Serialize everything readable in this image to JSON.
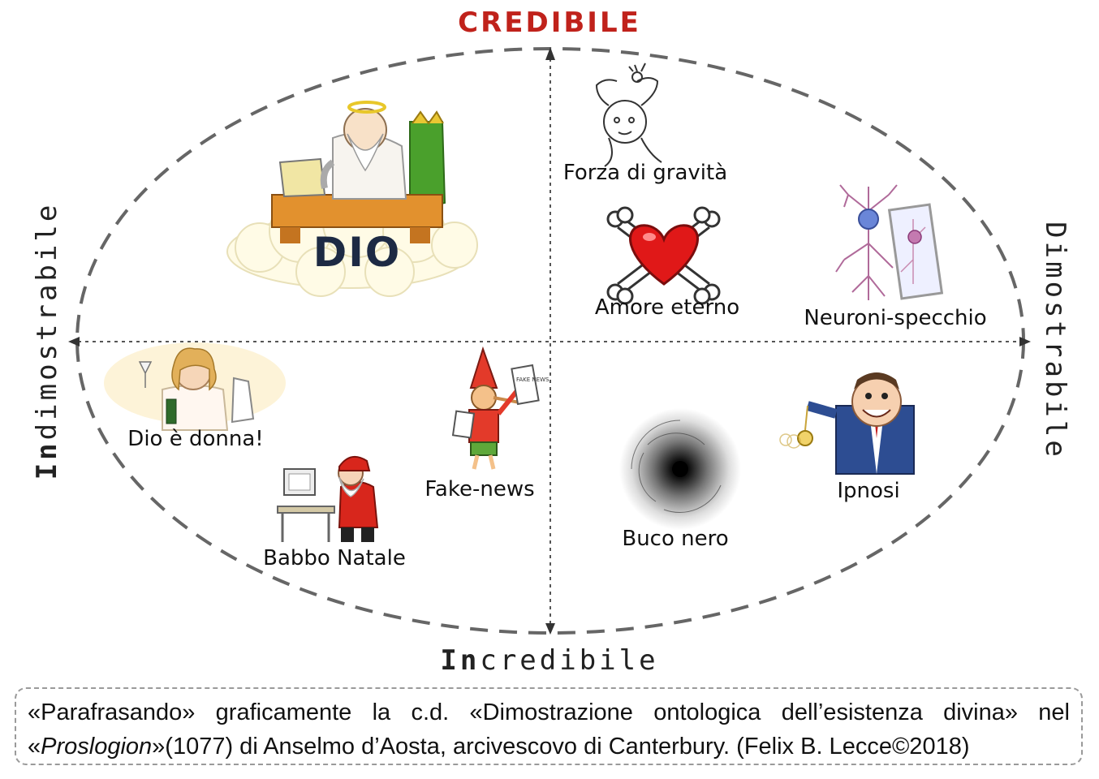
{
  "axes": {
    "top": "CREDIBILE",
    "bottom_bold": "In",
    "bottom_rest": "credibile",
    "left_bold": "In",
    "left_rest": "dimostrabile",
    "right": "Dimostrabile"
  },
  "items": {
    "dio": "DIO",
    "forza": "Forza di gravità",
    "amore": "Amore eterno",
    "neuroni": "Neuroni-specchio",
    "donna": "Dio è donna!",
    "fake": "Fake-news",
    "babbo": "Babbo Natale",
    "buco": "Buco nero",
    "ipnosi": "Ipnosi",
    "news_sign": "FAKE NEWS"
  },
  "caption": {
    "line1": "«Parafrasando» graficamente la c.d. «Dimostrazione ontologica dell’esistenza divina» nel",
    "line2_open": "«",
    "line2_italic": "Proslogion",
    "line2_rest": "»(1077) di Anselmo d’Aosta, arcivescovo di Canterbury. (Felix B. Lecce©2018)"
  },
  "colors": {
    "accent_red": "#c0221b",
    "dashed_gray": "#707070",
    "ellipse_gray": "#666666"
  }
}
